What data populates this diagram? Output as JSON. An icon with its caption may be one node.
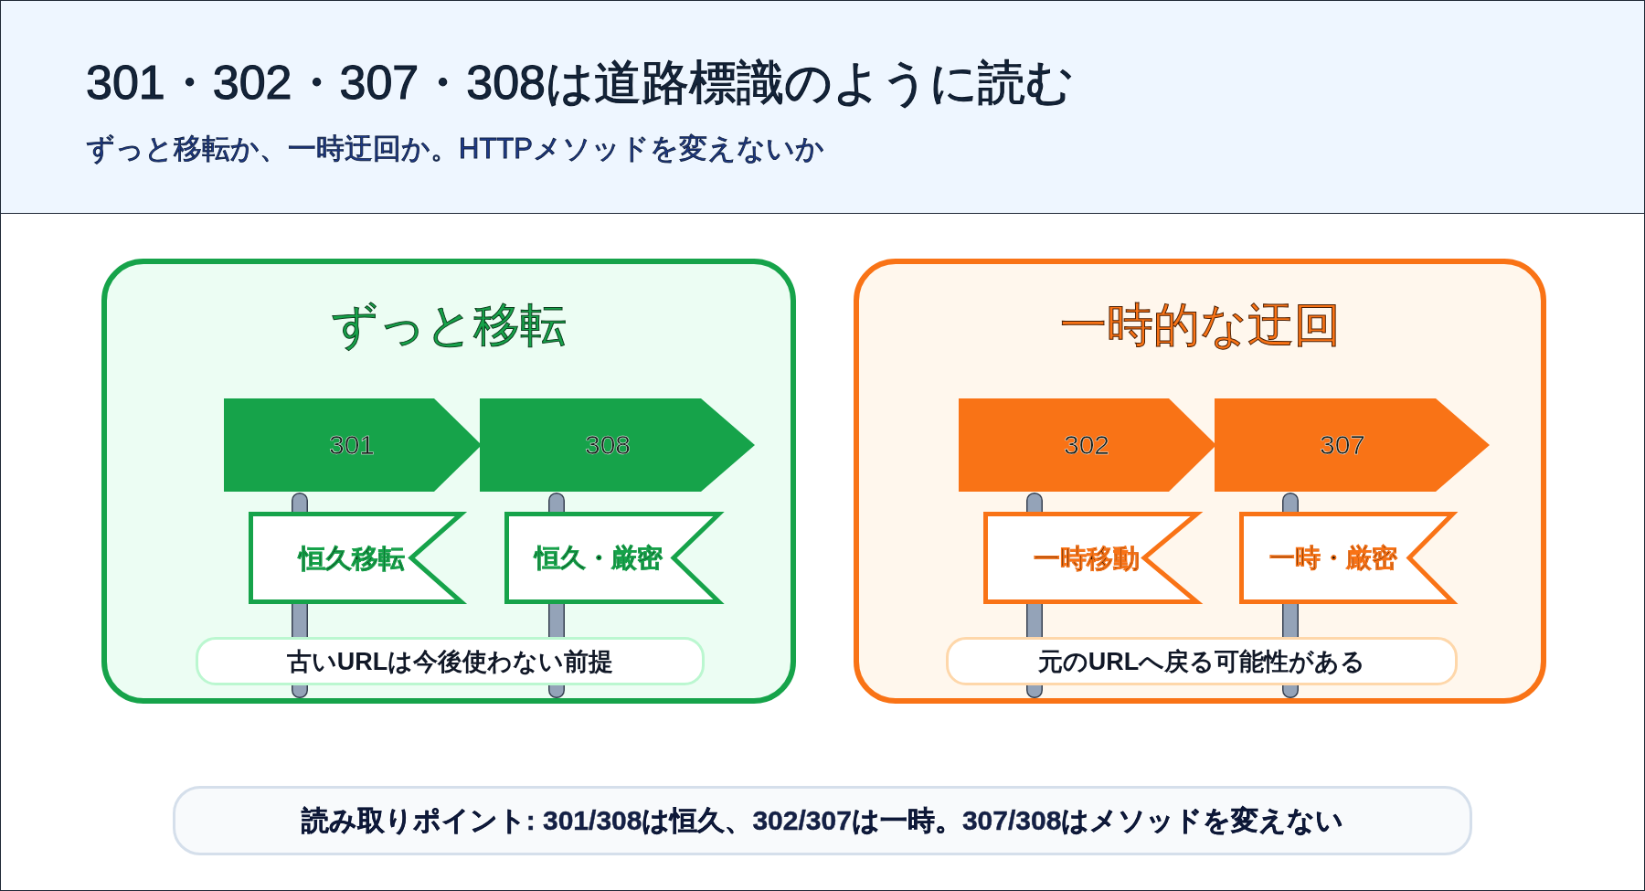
{
  "diagram": {
    "title": "301・302・307・308は道路標識のように読む",
    "nodes": [
      {
        "text": [
          "ずっと移転"
        ]
      },
      {
        "text": [
          "301"
        ],
        "in": 0
      },
      {
        "text": [
          "308"
        ],
        "in": 0
      },
      {
        "text": [],
        "shape": "bar",
        "in": 0
      },
      {
        "text": [],
        "shape": "bar",
        "in": 0
      },
      {
        "text": [
          "恒久移転"
        ],
        "in": 0
      },
      {
        "text": [
          "恒久・厳密"
        ],
        "in": 0
      },
      {
        "text": [
          "古いURLは今後使わない前提"
        ],
        "in": 0
      },
      {
        "text": [
          "一時的な迂回"
        ]
      },
      {
        "text": [
          "302"
        ],
        "in": 8
      },
      {
        "text": [
          "307"
        ],
        "in": 8
      },
      {
        "text": [],
        "shape": "bar",
        "in": 8
      },
      {
        "text": [],
        "shape": "bar",
        "in": 8
      },
      {
        "text": [
          "一時移動"
        ],
        "in": 8
      },
      {
        "text": [
          "一時・厳密"
        ],
        "in": 8
      },
      {
        "text": [
          "元のURLへ戻る可能性がある"
        ],
        "in": 8
      },
      {
        "text": [
          "読み取りポイント: 301/308は恒久、302/307は一時。307/308はメソッドを変えない"
        ]
      }
    ],
    "labels": [
      "ずっと移転か、一時迂回か。HTTPメソッドを変えないか"
    ]
  }
}
